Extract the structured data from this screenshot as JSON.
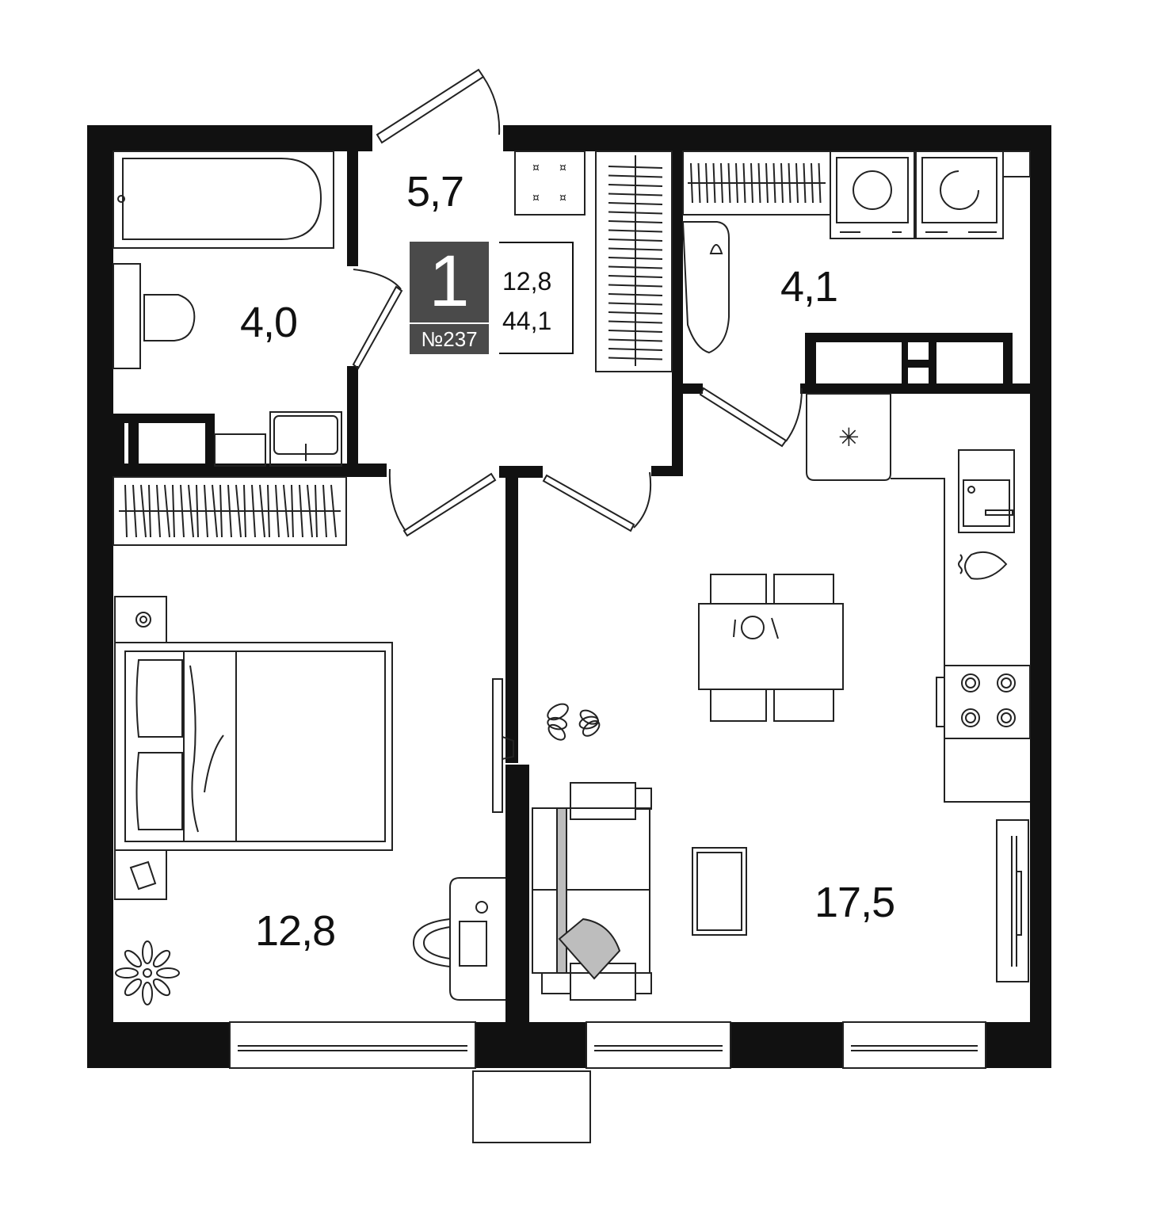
{
  "apartment": {
    "rooms": "1",
    "number": "№237",
    "living_area": "12,8",
    "total_area": "44,1"
  },
  "rooms": {
    "hall": "5,7",
    "bathroom": "4,0",
    "laundry": "4,1",
    "bedroom": "12,8",
    "living_kitchen": "17,5"
  },
  "colors": {
    "wall": "#111111",
    "line": "#222222",
    "badge": "#4a4a4a",
    "sofa_accent": "#bdbdbd"
  },
  "icons": [
    "bathtub-icon",
    "toilet-icon",
    "sink-icon",
    "washer-icon",
    "dryer-icon",
    "ironing-board-icon",
    "wardrobe-icon",
    "bed-icon",
    "desk-icon",
    "plant-icon",
    "dining-table-icon",
    "sofa-icon",
    "stove-icon",
    "fridge-icon",
    "tv-icon"
  ]
}
